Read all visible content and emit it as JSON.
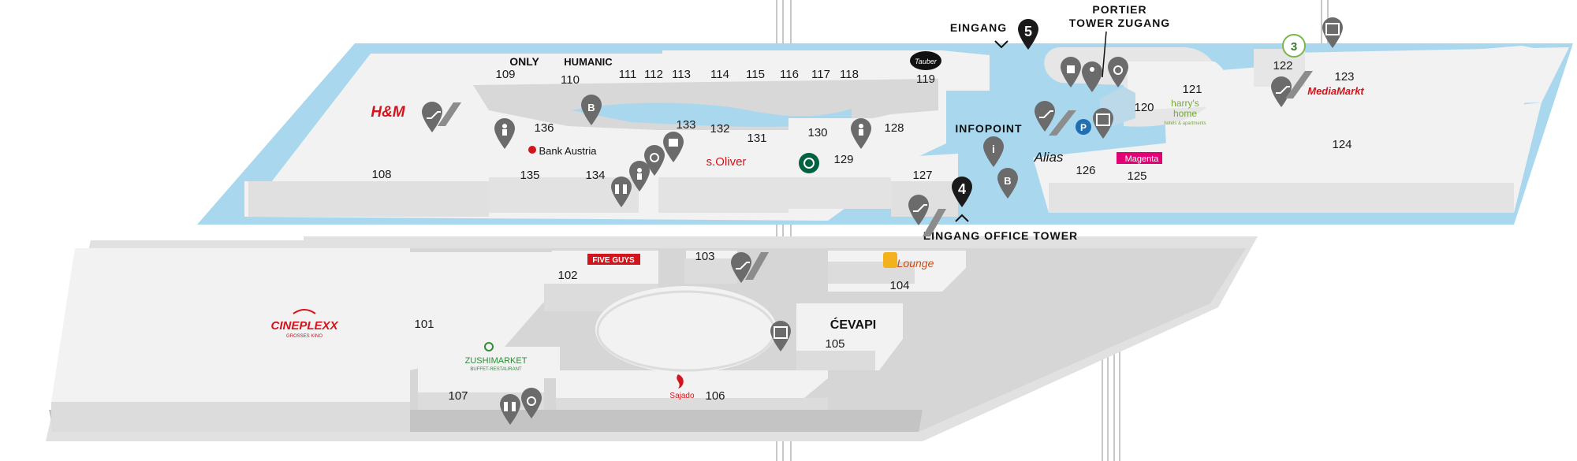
{
  "entrances": {
    "eingang_5": {
      "label": "EINGANG",
      "number": "5"
    },
    "eingang_4": {
      "label": "EINGANG OFFICE TOWER",
      "number": "4"
    },
    "portier_line1": "PORTIER",
    "portier_line2": "TOWER ZUGANG",
    "infopoint": "INFOPOINT"
  },
  "units": {
    "u101": "101",
    "u102": "102",
    "u103": "103",
    "u104": "104",
    "u105": "105",
    "u106": "106",
    "u107": "107",
    "u108": "108",
    "u109": "109",
    "u110": "110",
    "u111": "111",
    "u112": "112",
    "u113": "113",
    "u114": "114",
    "u115": "115",
    "u116": "116",
    "u117": "117",
    "u118": "118",
    "u119": "119",
    "u120": "120",
    "u121": "121",
    "u122": "122",
    "u123": "123",
    "u124": "124",
    "u125": "125",
    "u126": "126",
    "u127": "127",
    "u128": "128",
    "u129": "129",
    "u130": "130",
    "u131": "131",
    "u132": "132",
    "u133": "133",
    "u134": "134",
    "u135": "135",
    "u136": "136"
  },
  "brands": {
    "only": "ONLY",
    "humanic": "HUMANIC",
    "tauber": "Tauber",
    "hm": "H&M",
    "bank_austria": "Bank Austria",
    "soliver": "s.Oliver",
    "alias": "Alias",
    "magenta": "Magenta",
    "harrys_home_1": "harry's",
    "harrys_home_2": "home",
    "harrys_home_3": "hotels & apartments",
    "three": "3",
    "mediamarkt": "MediaMarkt",
    "five_guys": "FIVE GUYS",
    "dlounge": "Lounge",
    "cineplexx": "CINEPLEXX",
    "cineplexx_sub": "GROSSES KINO",
    "zushi": "ZUSHIMARKET",
    "zushi_sub": "BUFFET-RESTAURANT",
    "cevapi": "ĆEVAPI",
    "sajado": "Sajado"
  },
  "colors": {
    "water": "#a9d8ee",
    "floor": "#f2f2f2",
    "corridor": "#d6d6d6",
    "pin": "#6b6b6b",
    "entrance_pin": "#1a1a1a",
    "brand_red": "#d4141c",
    "magenta": "#e20074"
  },
  "icons": [
    "escalator-icon",
    "elevator-icon",
    "toilet-icon",
    "wheelchair-icon",
    "locker-icon",
    "info-icon",
    "parking-icon",
    "baby-change-icon",
    "bankomat-icon",
    "first-aid-icon"
  ]
}
